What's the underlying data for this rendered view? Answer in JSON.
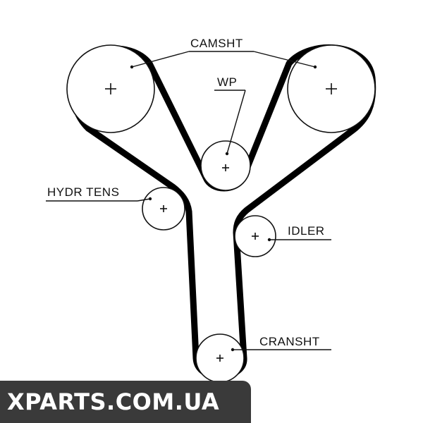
{
  "labels": {
    "camsht": "CAMSHT",
    "wp": "WP",
    "hydr_tens": "HYDR TENS",
    "idler": "IDLER",
    "cransht": "CRANSHT"
  },
  "watermark": "XPARTS.COM.UA",
  "colors": {
    "belt": "#000000",
    "line": "#111111",
    "watermark_bg": "#3a3a3a"
  }
}
